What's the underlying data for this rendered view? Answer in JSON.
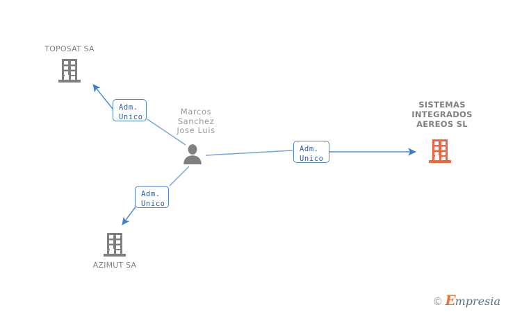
{
  "diagram": {
    "title_visible": false,
    "background_color": "#ffffff",
    "accent_blue": "#4a86c8",
    "line_blue": "#4e8fd4",
    "arrow_blue": "#3d7ece",
    "gray": "#808080",
    "orange": "#f4643c",
    "nodes": [
      {
        "id": "toposat",
        "kind": "company",
        "label": "TOPOSAT SA",
        "icon": "building-icon",
        "icon_color": "#808080",
        "label_position": "above"
      },
      {
        "id": "person",
        "kind": "person",
        "label": "Marcos\nSanchez\nJose Luis",
        "icon": "person-icon",
        "icon_color": "#808080",
        "label_position": "above"
      },
      {
        "id": "sistemas",
        "kind": "company",
        "label": "SISTEMAS\nINTEGRADOS\nAEREOS  SL",
        "icon": "building-icon",
        "icon_color": "#f4643c",
        "label_position": "above"
      },
      {
        "id": "azimut",
        "kind": "company",
        "label": "AZIMUT SA",
        "icon": "building-icon",
        "icon_color": "#808080",
        "label_position": "below"
      }
    ],
    "edges": [
      {
        "id": "edge-person-toposat",
        "from": "person",
        "to": "toposat",
        "label": "Adm.\nUnico",
        "direction": "to-target"
      },
      {
        "id": "edge-person-sistemas",
        "from": "person",
        "to": "sistemas",
        "label": "Adm.\nUnico",
        "direction": "to-target"
      },
      {
        "id": "edge-person-azimut",
        "from": "person",
        "to": "azimut",
        "label": "Adm.\nUnico",
        "direction": "to-target"
      }
    ]
  },
  "watermark": {
    "copyright": "©",
    "brand_initial": "E",
    "brand_rest": "mpresia"
  }
}
